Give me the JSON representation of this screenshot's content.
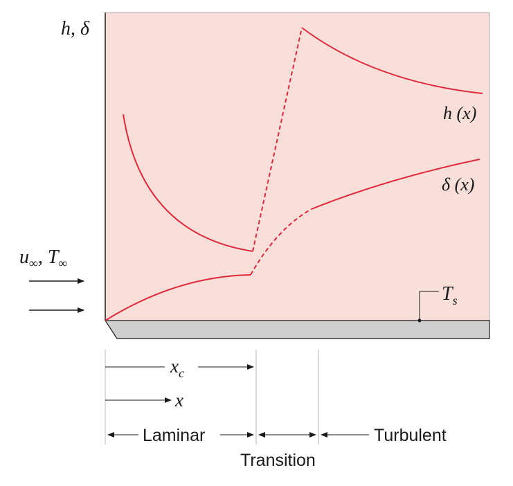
{
  "axis_label": "h, δ",
  "curve_labels": {
    "h": "h (x)",
    "delta": "δ (x)"
  },
  "free_stream_label": "u∞, T∞",
  "surface_temp_label": "Ts",
  "dimension_labels": {
    "xc": "xc",
    "x": "x"
  },
  "regions": {
    "laminar": "Laminar",
    "transition": "Transition",
    "turbulent": "Turbulent"
  },
  "colors": {
    "background_fill": "#f9dfda",
    "curve": "#e0283a",
    "plate": "#cfcfcf",
    "line": "#1a1a1a"
  }
}
